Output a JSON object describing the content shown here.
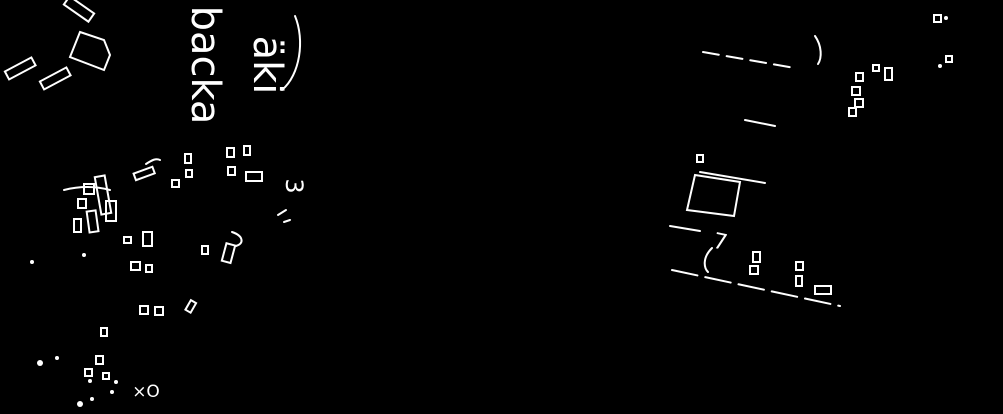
{
  "map": {
    "background": "#000000",
    "ink": "#ffffff",
    "place_name": {
      "line1": "äki",
      "line2": "backa"
    },
    "numbers": {
      "n3": "3",
      "n7": "7",
      "glyph_bottom": "×O"
    }
  }
}
